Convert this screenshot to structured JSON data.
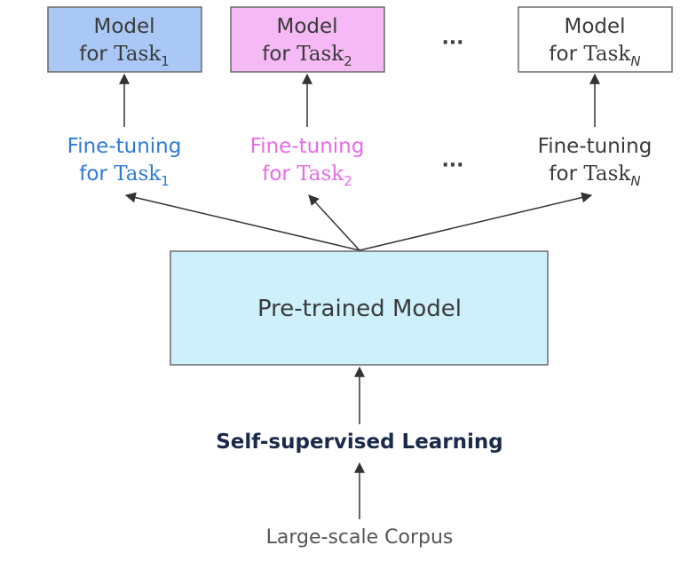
{
  "colors": {
    "task1_fill": "#a9c8f5",
    "task2_fill": "#f5b9f5",
    "taskN_fill": "#ffffff",
    "pretrained_fill": "#cdf0fb",
    "task1_text": "#2e7bd6",
    "task2_text": "#e86be8",
    "neutral_text": "#3a3a3a",
    "ssl_text": "#1b2a4a",
    "corpus_text": "#555555",
    "edge": "#333333"
  },
  "models": [
    {
      "line1": "Model",
      "line2_prefix": "for ",
      "task": "Task",
      "sub": "1"
    },
    {
      "line1": "Model",
      "line2_prefix": "for ",
      "task": "Task",
      "sub": "2"
    },
    {
      "line1": "Model",
      "line2_prefix": "for ",
      "task": "Task",
      "sub": "N"
    }
  ],
  "finetunes": [
    {
      "line1": "Fine-tuning",
      "line2_prefix": "for ",
      "task": "Task",
      "sub": "1"
    },
    {
      "line1": "Fine-tuning",
      "line2_prefix": "for ",
      "task": "Task",
      "sub": "2"
    },
    {
      "line1": "Fine-tuning",
      "line2_prefix": "for ",
      "task": "Task",
      "sub": "N"
    }
  ],
  "ellipsis": "···",
  "pretrained_label": "Pre-trained Model",
  "ssl_label": "Self-supervised Learning",
  "corpus_label": "Large-scale Corpus"
}
